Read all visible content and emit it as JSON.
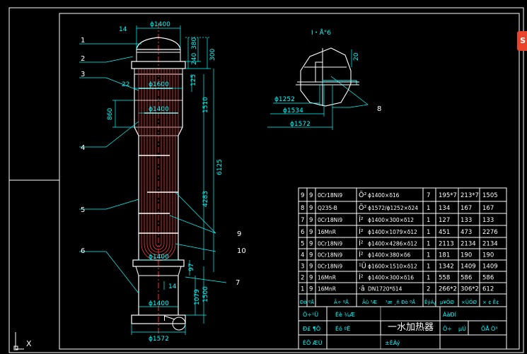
{
  "colors": {
    "bg": "#000000",
    "frame": "#ffffff",
    "dim": "#00ffff",
    "tube": "#ff3a3a",
    "shell": "#ffffff",
    "leader": "#00ffff",
    "table": "#ffffff",
    "center": "#ff2a2a"
  },
  "app": {
    "corner_badge": "S",
    "ucs_axis": "X"
  },
  "drawing": {
    "dims": {
      "d1400_top": "ɸ1400",
      "t14": "14",
      "v380": "380",
      "v240": "240",
      "v300": "300",
      "d1600": "ɸ1600",
      "v22": "22",
      "v125": "125",
      "d1400_mid": "ɸ1400",
      "v860": "860",
      "v1510": "1510",
      "v6125": "6125",
      "v4283": "4283",
      "d1400_low": "ɸ1400",
      "v97": "97",
      "v14b": "14",
      "v1500": "1500",
      "v1079": "1079",
      "d1400_bot": "ɸ1400",
      "d1572": "ɸ1572",
      "lbl_I": "I"
    },
    "balloons": {
      "b1": "1",
      "b2": "2",
      "b3": "3",
      "b4": "4",
      "b5": "5",
      "b6": "6",
      "b7": "7",
      "b8": "8",
      "b9": "9",
      "b10": "10"
    },
    "detail": {
      "title": "I・Å°6",
      "d1252": "ɸ1252",
      "d1534": "ɸ1534",
      "d1572": "ɸ1572",
      "v20": "20"
    }
  },
  "bom": {
    "rows": [
      {
        "no": "9",
        "qty": "9",
        "mat": "0Cr18Ni9",
        "sym": "Ö²",
        "spec": "ɸ1400×δ16",
        "n": "7",
        "c1": "195*7",
        "c2": "213*7",
        "c3": "1505"
      },
      {
        "no": "8",
        "qty": "9",
        "mat": "Q235-B",
        "sym": "Ö²",
        "spec": "ɸ1572/ɸ1252×δ24",
        "n": "1",
        "c1": "134",
        "c2": "167",
        "c3": "167"
      },
      {
        "no": "7",
        "qty": "9",
        "mat": "0Cr18Ni9",
        "sym": "Î²",
        "spec": "ɸ1400×300×δ12",
        "n": "1",
        "c1": "127",
        "c2": "133",
        "c3": "133"
      },
      {
        "no": "6",
        "qty": "9",
        "mat": "16MnR",
        "sym": "Í²",
        "spec": "ɸ1400×1079×δ12",
        "n": "1",
        "c1": "451",
        "c2": "473",
        "c3": "2276"
      },
      {
        "no": "5",
        "qty": "9",
        "mat": "0Cr18Ni9",
        "sym": "Í²",
        "spec": "ɸ1400×4286×δ12",
        "n": "1",
        "c1": "2113",
        "c2": "2134",
        "c3": "2134"
      },
      {
        "no": "4",
        "qty": "9",
        "mat": "0Cr18Ni9",
        "sym": "Í²",
        "spec": "ɸ1400×380×δ6",
        "n": "1",
        "c1": "181",
        "c2": "190",
        "c3": "190"
      },
      {
        "no": "3",
        "qty": "9",
        "mat": "0Cr18Ni9",
        "sym": "¹Ü",
        "spec": "ɸ1600×1510×δ12",
        "n": "1",
        "c1": "1342",
        "c2": "1409",
        "c3": "1409"
      },
      {
        "no": "2",
        "qty": "9",
        "mat": "16MnR",
        "sym": "Í²",
        "spec": "ɸ1400×300×δ16",
        "n": "1",
        "c1": "558",
        "c2": "586",
        "c3": "586"
      },
      {
        "no": "1",
        "qty": "9",
        "mat": "16MnR",
        "sym": "·â",
        "spec": "DN1720*δ14",
        "n": "2",
        "c1": "266*2",
        "c2": "306*2",
        "c3": "612"
      }
    ],
    "header": {
      "h1": "Ðò ºÅ",
      "h2": "Ã÷  ºÅ",
      "h3": "Ãû  ³Æ",
      "h4": "¹æ  ¸ñ Ðò ºÅ",
      "h5": "ÊýÁ¿",
      "h6": "µ¥ÖØ",
      "h7": "×ÜÖØ",
      "h8": "× ¢  Ê¢"
    },
    "title_block": {
      "title": "一水加热器",
      "r1a": "Ö÷¹Ü",
      "r1b": "Éè ¼Æ",
      "r2a": "Ð£ ¶Ô",
      "r2b": "Éó ºË",
      "r3a": "ÈÕ ÆÚ",
      "r3b": "±ÈÀý",
      "f1": "ÀàÐÍ",
      "f2": "Ö÷",
      "f3": "ÕÅ",
      "f4": "µÚ",
      "f5": "Ò³"
    }
  }
}
